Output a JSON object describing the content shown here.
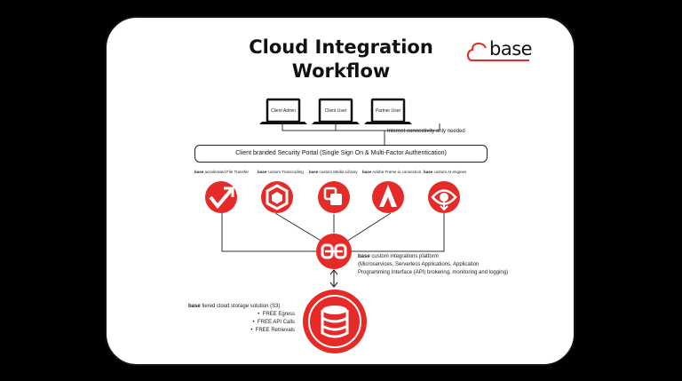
{
  "title_line1": "Cloud Integration",
  "title_line2": "Workflow",
  "logo_text": "base",
  "laptops": [
    "Client Admin",
    "Client User",
    "Partner User"
  ],
  "connectivity_note": "Internet connectivity only needed",
  "portal_label": "Client branded Security Portal (Single Sign On & Multi-Factor Authentication)",
  "brand": "base",
  "services": [
    {
      "label": "accelerated File Transfer",
      "icon": "file-transfer-icon"
    },
    {
      "label": "custom Transcoding",
      "icon": "transcoding-icon"
    },
    {
      "label": "custom Media Library",
      "icon": "media-library-icon"
    },
    {
      "label": "Adobe Frame.io connection",
      "icon": "adobe-icon"
    },
    {
      "label": "custom AI engines",
      "icon": "ai-engine-icon"
    }
  ],
  "integration": {
    "label": "custom integrations platform",
    "line2": "(Microservices, Serverless Applications, Application",
    "line3": "Programming Interface (API) brokering, monitoring and logging)"
  },
  "storage": {
    "label": "tiered cloud storage solution (S3)",
    "bullets": [
      "FREE Egress",
      "FREE API Calls",
      "FREE Retrievals"
    ]
  },
  "colors": {
    "accent": "#E52A27",
    "background": "#000000",
    "card": "#FFFFFF"
  }
}
